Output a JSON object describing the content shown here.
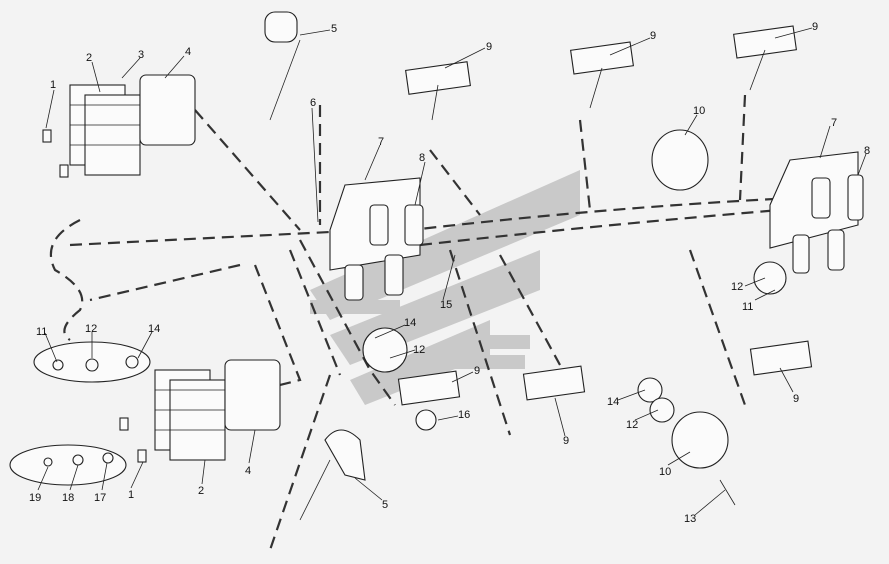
{
  "diagram": {
    "type": "exploded parts diagram",
    "callouts": [
      "1",
      "2",
      "3",
      "4",
      "5",
      "6",
      "7",
      "8",
      "9",
      "9",
      "9",
      "10",
      "7",
      "8",
      "12",
      "11",
      "15",
      "14",
      "12",
      "9",
      "16",
      "9",
      "14",
      "12",
      "10",
      "13",
      "9",
      "5",
      "4",
      "2",
      "1",
      "11",
      "12",
      "14",
      "19",
      "18",
      "17"
    ]
  },
  "colors": {
    "background": "#f3f3f3",
    "line": "#222222",
    "watermark": "#c9c9c9"
  }
}
